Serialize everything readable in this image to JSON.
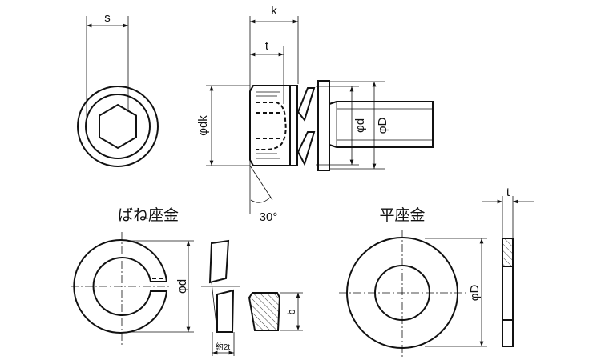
{
  "labels": {
    "s": "s",
    "k": "k",
    "t_head": "t",
    "phi_dk": "φdk",
    "phi_d_bolt": "φd",
    "phi_D_bolt": "φD",
    "angle": "30°",
    "spring_washer_title": "ばね座金",
    "spring_phi_d": "φd",
    "approx_2t": "約2t",
    "b": "b",
    "flat_washer_title": "平座金",
    "flat_phi_D": "φD",
    "flat_t": "t"
  }
}
